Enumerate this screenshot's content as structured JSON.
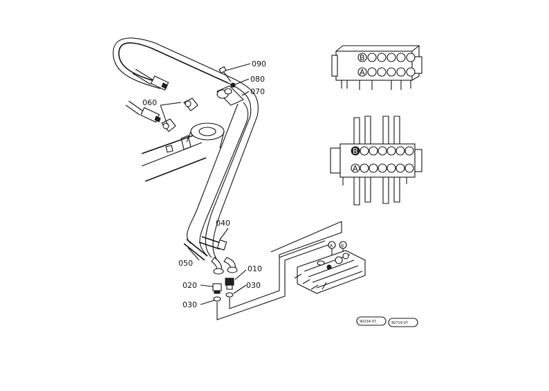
{
  "callouts": {
    "p090": "090",
    "p080": "080",
    "p070": "070",
    "p060": "060",
    "p040": "040",
    "p050": "050",
    "p010": "010",
    "p020": "020",
    "p030a": "030",
    "p030b": "030"
  },
  "port_marks": {
    "top_b": "B",
    "top_a": "A",
    "mid_b": "B",
    "mid_a": "A",
    "circle_a": "A",
    "circle_b": "B"
  },
  "refs": {
    "ref1": "90234-07",
    "ref2": "90719-07"
  }
}
